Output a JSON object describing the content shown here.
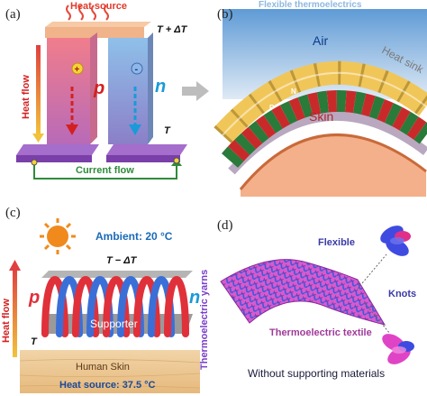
{
  "panel_a": {
    "label": "(a)",
    "heat_source": "Heat source",
    "t_plus": "T + ΔT",
    "t_base": "T",
    "p_label": "p",
    "n_label": "n",
    "plus_sign": "+",
    "minus_sign": "-",
    "heat_flow": "Heat flow",
    "current_flow": "Current flow",
    "colors": {
      "p_leg": "#e0607a",
      "n_leg": "#6aa6d6",
      "plate_top": "#f0b38a",
      "plate_bottom": "#8b4fb8",
      "current": "#2e8b3a"
    }
  },
  "panel_b": {
    "label": "(b)",
    "title": "Flexible thermoelectrics",
    "air": "Air",
    "heat_sink": "Heat sink",
    "skin": "Skin",
    "p_letter": "P",
    "n_letter": "N",
    "colors": {
      "sky": "#7fb1de",
      "heat_sink": "#f1c659",
      "skin": "#e8a07a"
    }
  },
  "panel_c": {
    "label": "(c)",
    "ambient": "Ambient: 20 °C",
    "t_minus": "T − ΔT",
    "t_base": "T",
    "p_label": "p",
    "n_label": "n",
    "supporter": "Supporter",
    "heat_flow": "Heat flow",
    "human_skin": "Human Skin",
    "heat_source": "Heat source: 37.5 °C",
    "yarns_label": "Thermoelectric yarns",
    "colors": {
      "sun": "#f08a1c",
      "red_yarn": "#e0303a",
      "blue_yarn": "#3b6fd8",
      "wood": "#e8c89a"
    }
  },
  "panel_d": {
    "label": "(d)",
    "flexible": "Flexible",
    "knots": "Knots",
    "textile": "Thermoelectric textile",
    "caption": "Without supporting materials",
    "colors": {
      "textile_pink": "#d65bd0",
      "textile_blue": "#3a5ad8",
      "knot_blue": "#3f4be0",
      "knot_pink": "#e044c6"
    }
  }
}
